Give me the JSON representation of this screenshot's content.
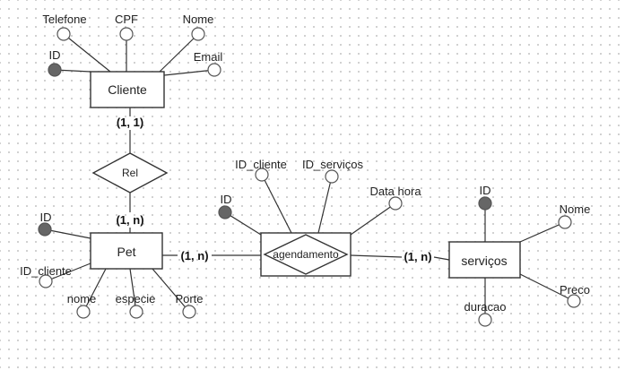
{
  "entities": {
    "cliente": {
      "label": "Cliente"
    },
    "pet": {
      "label": "Pet"
    },
    "servicos": {
      "label": "serviços"
    },
    "agendamento": {
      "label": "agendamento"
    }
  },
  "relationships": {
    "rel": {
      "label": "Rel"
    }
  },
  "cardinalities": {
    "cliente_rel": "(1, 1)",
    "pet_rel": "(1, n)",
    "pet_agendamento": "(1, n)",
    "servicos_agendamento": "(1, n)"
  },
  "attributes": {
    "cliente": {
      "telefone": "Telefone",
      "cpf": "CPF",
      "nome": "Nome",
      "id": "ID",
      "email": "Email"
    },
    "pet": {
      "id": "ID",
      "id_cliente": "ID_cliente",
      "nome": "nome",
      "especie": "especie",
      "porte": "Porte"
    },
    "agendamento": {
      "id": "ID",
      "id_cliente": "ID_cliente",
      "id_servicos": "ID_serviços",
      "data_hora": "Data hora"
    },
    "servicos": {
      "id": "ID",
      "nome": "Nome",
      "preco": "Preco",
      "duracao": "duracao"
    }
  }
}
